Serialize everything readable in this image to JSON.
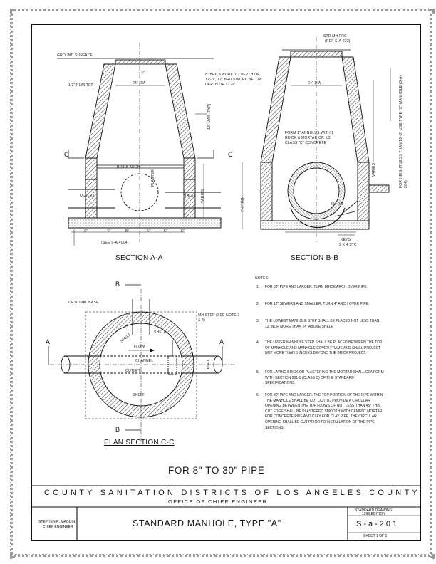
{
  "section_aa": {
    "label": "SECTION A-A",
    "ground_surface": "GROUND SURFACE",
    "dim_4": "4\"",
    "dim_24dia": "24\" DIA",
    "plaster": "1/2\" PLASTER",
    "brick_arch": "BRICK ARCH",
    "outlet": "OUTLET",
    "inlet": "INLET",
    "plaster_v": "PLASTER",
    "max_typ": "12\" MAX (TYP)",
    "varies": "VARIES",
    "min_72": "7'-6\" MIN",
    "cut_c_left": "C",
    "cut_c_right": "C",
    "bottom_dims": [
      "3\"",
      "4\"",
      "8\"",
      "6\"",
      "5\"",
      "6\""
    ],
    "ref": "(SEE S-A-4004)"
  },
  "section_bb": {
    "label": "SECTION B-B",
    "std_mh": "STD MH FRC",
    "std_mh_ref": "(REF S-A-223)",
    "brickwork": "8\" BRICKWORK TO DEPTH OF 12'-0\", 12\" BRICKWORK BELOW DEPTH OF 12'-0\"",
    "dim_24dia": "24\" DIA",
    "form": "FORM 1\" ANNULUS WITH 1 BRICK & MORTAR OR 1/2 CLASS \"C\" CONCRETE",
    "varies": "VARIES",
    "for_height": "FOR HEIGHT LESS THAN 10'-0\" USE TYPE \"C\" MANHOLE (S-A-204)",
    "dims_45": "45° DA",
    "keys": "KEYS",
    "keys_dim": "2 X 4 STC"
  },
  "plan_cc": {
    "label": "PLAN SECTION C-C",
    "optional": "OPTIONAL BASE",
    "mh_step": "MH STEP (SEE NOTE 3 & 4)",
    "shelf_top": "SHELF",
    "flow": "FLOW",
    "shelf_label": "SHELF",
    "channel": "CHANNEL",
    "outlet": "OUTLET",
    "inlet": "INLET",
    "shelf_bottom": "SHELF",
    "cut_b_top": "B",
    "cut_b_bottom": "B",
    "cut_a_left": "A",
    "cut_a_right": "A"
  },
  "notes": {
    "heading": "NOTES:",
    "items": [
      {
        "num": "1.",
        "text": "FOR 33\" PIPE AND LARGER, TURN BRICK ARCH OVER PIPE."
      },
      {
        "num": "2.",
        "text": "FOR 12\" SEWERS AND SMALLER, TURN 4\" ARCH OVER PIPE."
      },
      {
        "num": "3.",
        "text": "THE LOWEST MANHOLE STEP SHALL BE PLACED NOT LESS THAN 12\" NOR MORE THAN 24\" ABOVE SHELF."
      },
      {
        "num": "4.",
        "text": "THE UPPER MANHOLE STEP SHALL BE PLACED BETWEEN THE TOP OF MANHOLE AND MANHOLE COVER FRAME AND SHALL PROJECT NOT MORE THAN 5 INCHES BEYOND THE BRICK PROJECT."
      },
      {
        "num": "5.",
        "text": "FOR LAYING BRICK OR PLASTERING THE MORTAR SHALL CONFORM WITH SECTION 201-5 (CLASS C) OF THE STANDARD SPECIFICATIONS."
      },
      {
        "num": "6.",
        "text": "FOR 30\" PIPE AND LARGER, THE TOP PORTION OF THE PIPE WITHIN THE MANHOLE SHALL BE CUT OUT TO PROVIDE A CIRCULAR OPENING BETWEEN THE TOP FLOWS OF NOT LESS THAN 45° THIS CUT EDGE SHALL BE PLASTERED SMOOTH WITH CEMENT MORTAR FOR CONCRETE PIPE AND CLAY FOR CLAY PIPE. THE CIRCULAR OPENING SHALL BE CUT PRIOR TO INSTALLATION OF THE PIPE SECTIONS."
      }
    ]
  },
  "title_block": {
    "pipe_range": "FOR 8\" TO 30\" PIPE",
    "agency": "COUNTY SANITATION DISTRICTS OF LOS ANGELES COUNTY",
    "office": "OFFICE OF CHIEF ENGINEER",
    "engineer_name": "STEPHEN R. MAGUIN",
    "engineer_title": "CHIEF ENGINEER",
    "drawing_title": "STANDARD MANHOLE, TYPE \"A\"",
    "std_drawing": "STANDARD DRAWING",
    "edition": "1996 EDITION",
    "drawing_no": "S-a-201",
    "sheet": "SHEET 1 OF 1"
  }
}
